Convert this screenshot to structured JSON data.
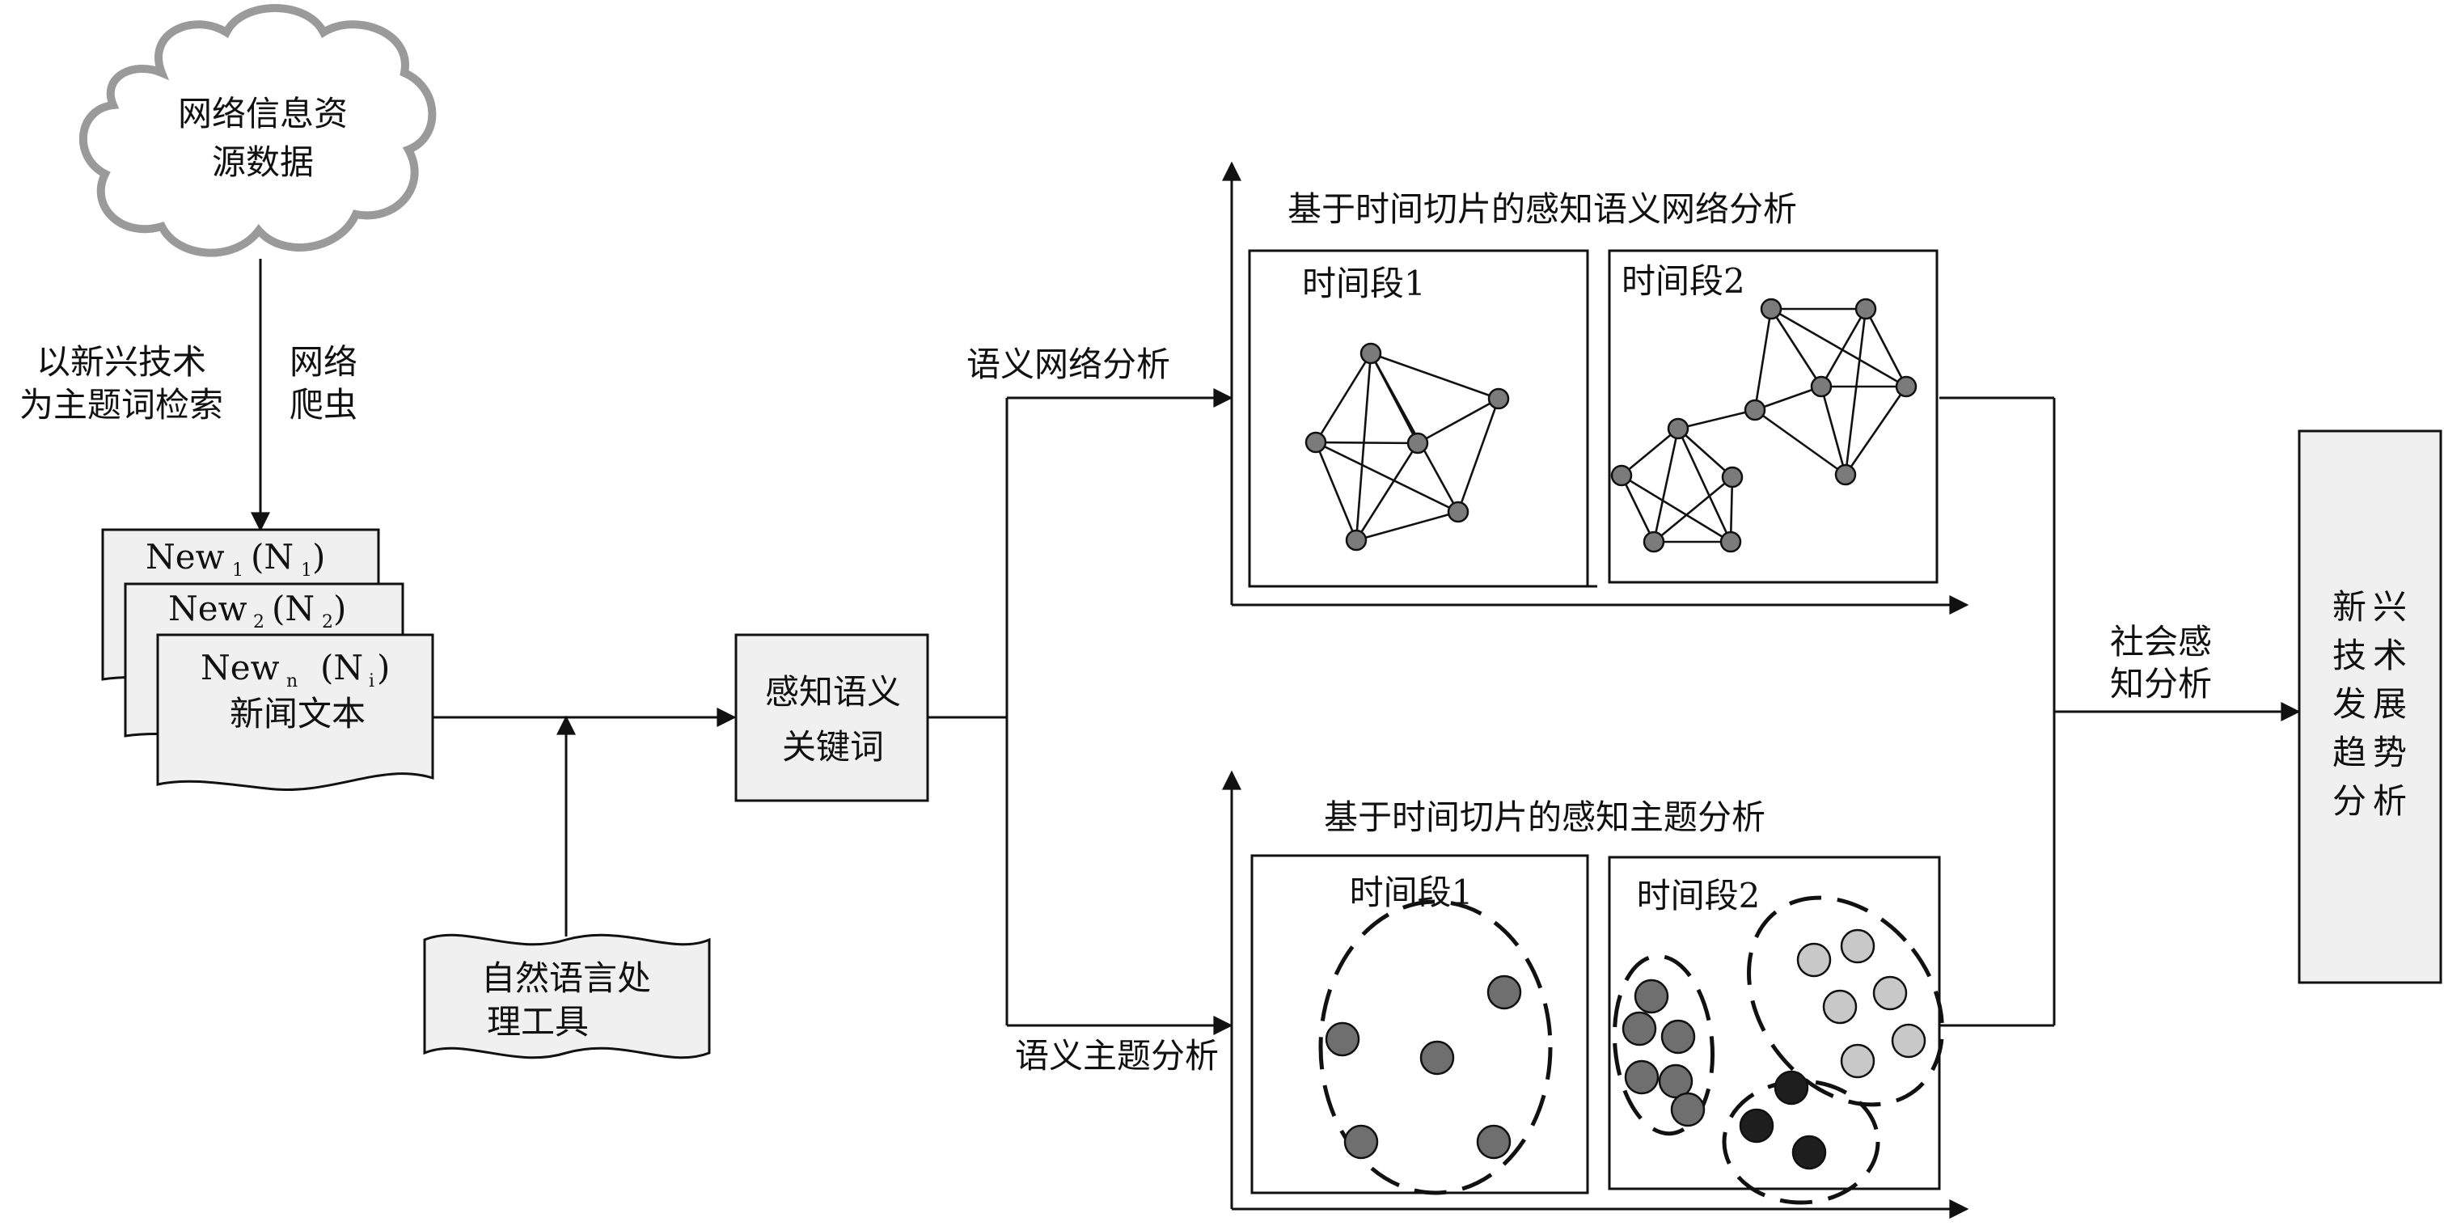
{
  "cloud": {
    "line1": "网络信息资",
    "line2": "源数据"
  },
  "search": {
    "line1": "以新兴技术",
    "line2": "为主题词检索"
  },
  "crawler": {
    "line1": "网络",
    "line2": "爬虫"
  },
  "docs": {
    "doc1": {
      "word": "New",
      "sub": "1",
      "paren_open": "(N",
      "paren_sub": "1",
      "paren_close": ")"
    },
    "doc2": {
      "word": "New",
      "sub": "2",
      "paren_open": "(N",
      "paren_sub": "2",
      "paren_close": ")"
    },
    "docn": {
      "word": "New",
      "sub": "n",
      "paren_open": "(N",
      "paren_sub": "i",
      "paren_close": ")",
      "caption": "新闻文本"
    }
  },
  "nlp": {
    "line1": "自然语言处",
    "line2": "理工具"
  },
  "keywords": {
    "line1": "感知语义",
    "line2": "关键词"
  },
  "network_branch": {
    "label": "语义网络分析",
    "title": "基于时间切片的感知语义网络分析",
    "period1": "时间段1",
    "period2": "时间段2"
  },
  "topic_branch": {
    "label": "语义主题分析",
    "title": "基于时间切片的感知主题分析",
    "period1": "时间段1",
    "period2": "时间段2"
  },
  "social": {
    "line1": "社会感",
    "line2": "知分析"
  },
  "result": {
    "chars": [
      "新",
      "兴",
      "技",
      "术",
      "发",
      "展",
      "趋",
      "势",
      "分",
      "析"
    ]
  },
  "colors": {
    "node": "#7b7b7b",
    "cluster_mid": "#6f6f6f",
    "cluster_light": "#c8c8c8",
    "cluster_dark": "#1e1e1e",
    "box_fill": "#f0f0f0"
  }
}
